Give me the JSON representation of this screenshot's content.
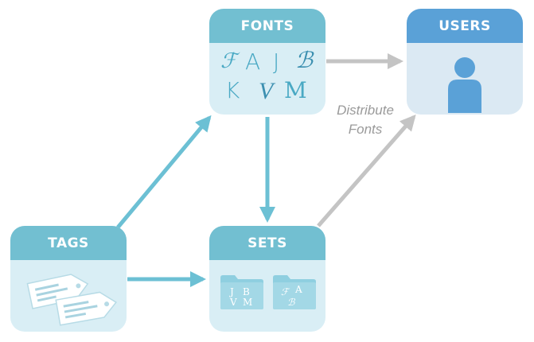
{
  "colors": {
    "teal_header": "#72bfd1",
    "blue_header": "#5aa1d7",
    "card_body": "#d9eef5",
    "arrow_teal": "#6cc0d4",
    "arrow_gray": "#c4c4c4",
    "glyph": "#4aa9c4",
    "user_icon": "#5aa1d7"
  },
  "nodes": {
    "fonts": {
      "title": "FONTS",
      "glyphs": [
        "ℱ",
        "A",
        "J",
        "ℬ",
        "K",
        "V",
        "M"
      ]
    },
    "users": {
      "title": "USERS",
      "icon": "person-icon"
    },
    "tags": {
      "title": "TAGS",
      "icon": "tags-icon"
    },
    "sets": {
      "title": "SETS",
      "folders": [
        {
          "icon": "folder-icon",
          "glyphs": [
            "J",
            "B",
            "V",
            "M"
          ]
        },
        {
          "icon": "folder-icon",
          "glyphs": [
            "ℱ",
            "A",
            "ℬ"
          ]
        }
      ]
    }
  },
  "edges": [
    {
      "from": "tags",
      "to": "fonts",
      "color": "teal"
    },
    {
      "from": "tags",
      "to": "sets",
      "color": "teal"
    },
    {
      "from": "fonts",
      "to": "sets",
      "color": "teal"
    },
    {
      "from": "fonts",
      "to": "users",
      "color": "gray"
    },
    {
      "from": "sets",
      "to": "users",
      "color": "gray",
      "label": "Distribute Fonts"
    }
  ],
  "labels": {
    "distribute_line1": "Distribute",
    "distribute_line2": "Fonts"
  }
}
